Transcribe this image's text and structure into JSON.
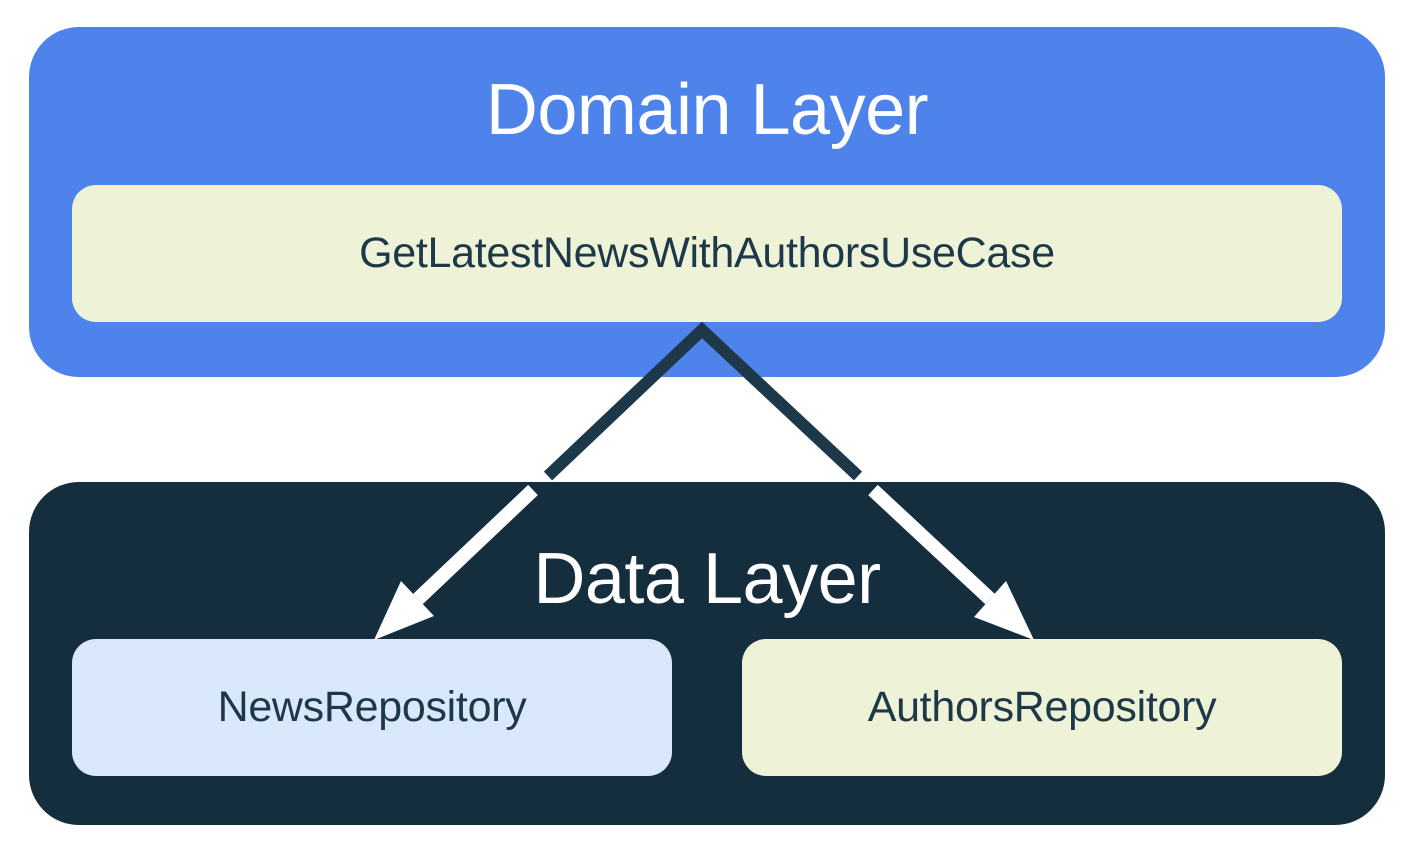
{
  "domain_layer": {
    "title": "Domain Layer",
    "use_case": {
      "label": "GetLatestNewsWithAuthorsUseCase"
    }
  },
  "data_layer": {
    "title": "Data Layer",
    "repositories": [
      {
        "label": "NewsRepository"
      },
      {
        "label": "AuthorsRepository"
      }
    ]
  },
  "dependencies": [
    {
      "from": "GetLatestNewsWithAuthorsUseCase",
      "to": "NewsRepository"
    },
    {
      "from": "GetLatestNewsWithAuthorsUseCase",
      "to": "AuthorsRepository"
    }
  ],
  "colors": {
    "background": "#FFFFFF",
    "domain_layer_bg": "#4E83EC",
    "data_layer_bg": "#152E3E",
    "use_case_bg": "#EEF2D6",
    "news_repo_bg": "#D9E9FB",
    "authors_repo_bg": "#EEF2D6",
    "layer_title_text": "#FFFFFF",
    "node_text": "#1C3849",
    "arrow_dark": "#1C3849",
    "arrow_light": "#FFFFFF"
  }
}
